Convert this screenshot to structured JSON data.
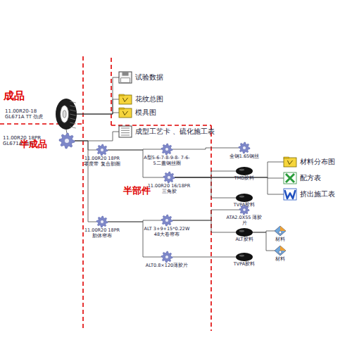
{
  "diagram": {
    "nodes": [
      {
        "text": [
          "11.00R20-18 GL671A TT 劲虎"
        ]
      },
      {
        "text": [
          "试验数据"
        ]
      },
      {
        "text": [
          "花纹总图"
        ]
      },
      {
        "text": [
          "模具图"
        ]
      },
      {
        "text": [
          "11.00R20 18PR GL671A 胎胚"
        ]
      },
      {
        "text": [
          "成型工艺卡 、硫化施工表"
        ]
      },
      {
        "text": [
          "11.00R20 18PR 零度带 复合胎圈"
        ]
      },
      {
        "text": [
          "A型5-6-7-8-9-8- 7-6-5二盖钢丝圈"
        ]
      },
      {
        "text": [
          "全钢1.65钢丝"
        ]
      },
      {
        "text": [
          "11.00R20 16/18PR 三角胶"
        ]
      },
      {
        "text": [
          "TMD胶料"
        ]
      },
      {
        "text": [
          "TVPA胶料"
        ]
      },
      {
        "text": [
          "材料分布图"
        ]
      },
      {
        "text": [
          "配方表"
        ]
      },
      {
        "text": [
          "挤出施工表"
        ]
      },
      {
        "text": [
          "11.00R20 18PR 胎体帘布"
        ]
      },
      {
        "text": [
          "ALT 3+9+15*0.22W 48大卷帘布"
        ]
      },
      {
        "text": [
          "ATA2.0X55 薄胶片"
        ]
      },
      {
        "text": [
          "ALT胶料"
        ]
      },
      {
        "text": [
          "材料"
        ]
      },
      {
        "text": [
          "材料"
        ]
      },
      {
        "text": [
          "ALT0.8×120薄胶片"
        ]
      },
      {
        "text": [
          "TVPA胶料"
        ]
      }
    ],
    "edges": [
      {
        "from": 0,
        "to": 1,
        "arrow": "none"
      },
      {
        "from": 0,
        "to": 2,
        "arrow": "none"
      },
      {
        "from": 0,
        "to": 3,
        "arrow": "none"
      },
      {
        "from": 0,
        "to": 4,
        "arrow": "none"
      },
      {
        "from": 4,
        "to": 5,
        "arrow": "none"
      },
      {
        "from": 4,
        "to": 6,
        "arrow": "none"
      },
      {
        "from": 4,
        "to": 15,
        "arrow": "none"
      },
      {
        "from": 6,
        "to": 7,
        "arrow": "none"
      },
      {
        "from": 6,
        "to": 9,
        "arrow": "none"
      },
      {
        "from": 7,
        "to": 8,
        "arrow": "none"
      },
      {
        "from": 9,
        "to": 10,
        "arrow": "none"
      },
      {
        "from": 9,
        "to": 11,
        "arrow": "none"
      },
      {
        "from": 9,
        "to": 12,
        "arrow": "none"
      },
      {
        "from": 9,
        "to": 13,
        "arrow": "none"
      },
      {
        "from": 9,
        "to": 14,
        "arrow": "none"
      },
      {
        "from": 15,
        "to": 16,
        "arrow": "none"
      },
      {
        "from": 15,
        "to": 21,
        "arrow": "none"
      },
      {
        "from": 16,
        "to": 17,
        "arrow": "none"
      },
      {
        "from": 16,
        "to": 18,
        "arrow": "none"
      },
      {
        "from": 18,
        "to": 19,
        "arrow": "none"
      },
      {
        "from": 18,
        "to": 20,
        "arrow": "none"
      },
      {
        "from": 21,
        "to": 22,
        "arrow": "none"
      }
    ],
    "labels": [
      "成品",
      "半成品",
      "半部件"
    ]
  }
}
